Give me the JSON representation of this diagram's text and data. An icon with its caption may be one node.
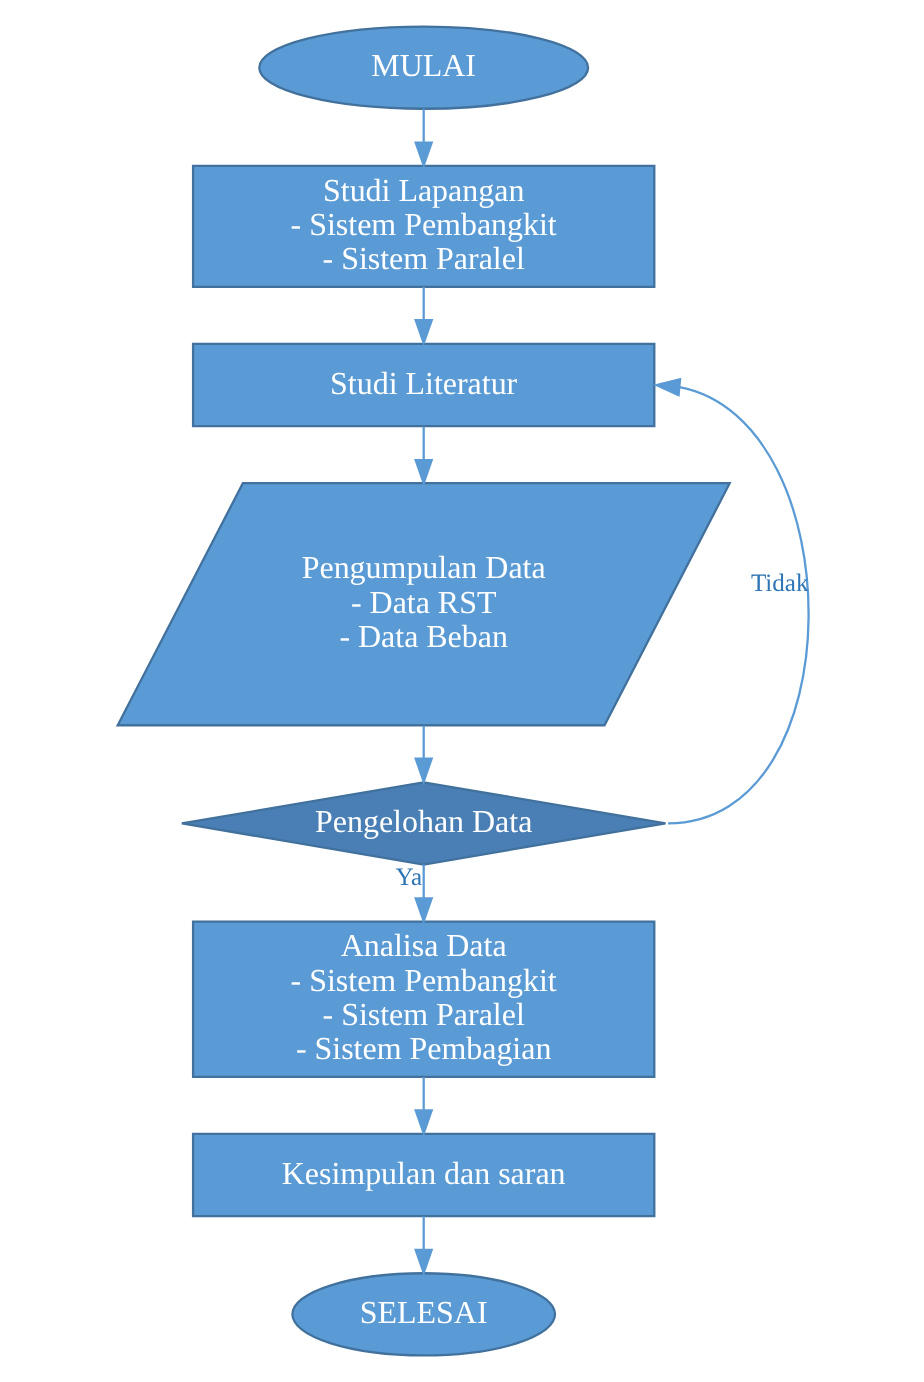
{
  "diagram": {
    "nodes": [
      {
        "text": [
          "MULAI"
        ]
      },
      {
        "text": [
          "Studi Lapangan",
          "- Sistem Pembangkit",
          "- Sistem Paralel"
        ]
      },
      {
        "text": [
          "Studi Literatur"
        ]
      },
      {
        "text": [
          "Pengumpulan Data",
          "- Data RST",
          "- Data Beban"
        ]
      },
      {
        "text": [
          "Pengelohan Data"
        ]
      },
      {
        "text": [
          "Analisa Data",
          "- Sistem Pembangkit",
          "- Sistem Paralel",
          "- Sistem Pembagian"
        ]
      },
      {
        "text": [
          "Kesimpulan dan saran"
        ]
      },
      {
        "text": [
          "SELESAI"
        ]
      }
    ],
    "edges": [
      {
        "from": 0,
        "to": 1,
        "arrow": "to"
      },
      {
        "from": 1,
        "to": 2,
        "arrow": "to"
      },
      {
        "from": 2,
        "to": 3,
        "arrow": "to"
      },
      {
        "from": 3,
        "to": 4,
        "arrow": "to"
      },
      {
        "from": 4,
        "to": 5,
        "arrow": "to",
        "label": "Ya"
      },
      {
        "from": 4,
        "to": 2,
        "arrow": "to",
        "label": "Tidak"
      },
      {
        "from": 5,
        "to": 6,
        "arrow": "to"
      },
      {
        "from": 6,
        "to": 7,
        "arrow": "to"
      }
    ]
  }
}
